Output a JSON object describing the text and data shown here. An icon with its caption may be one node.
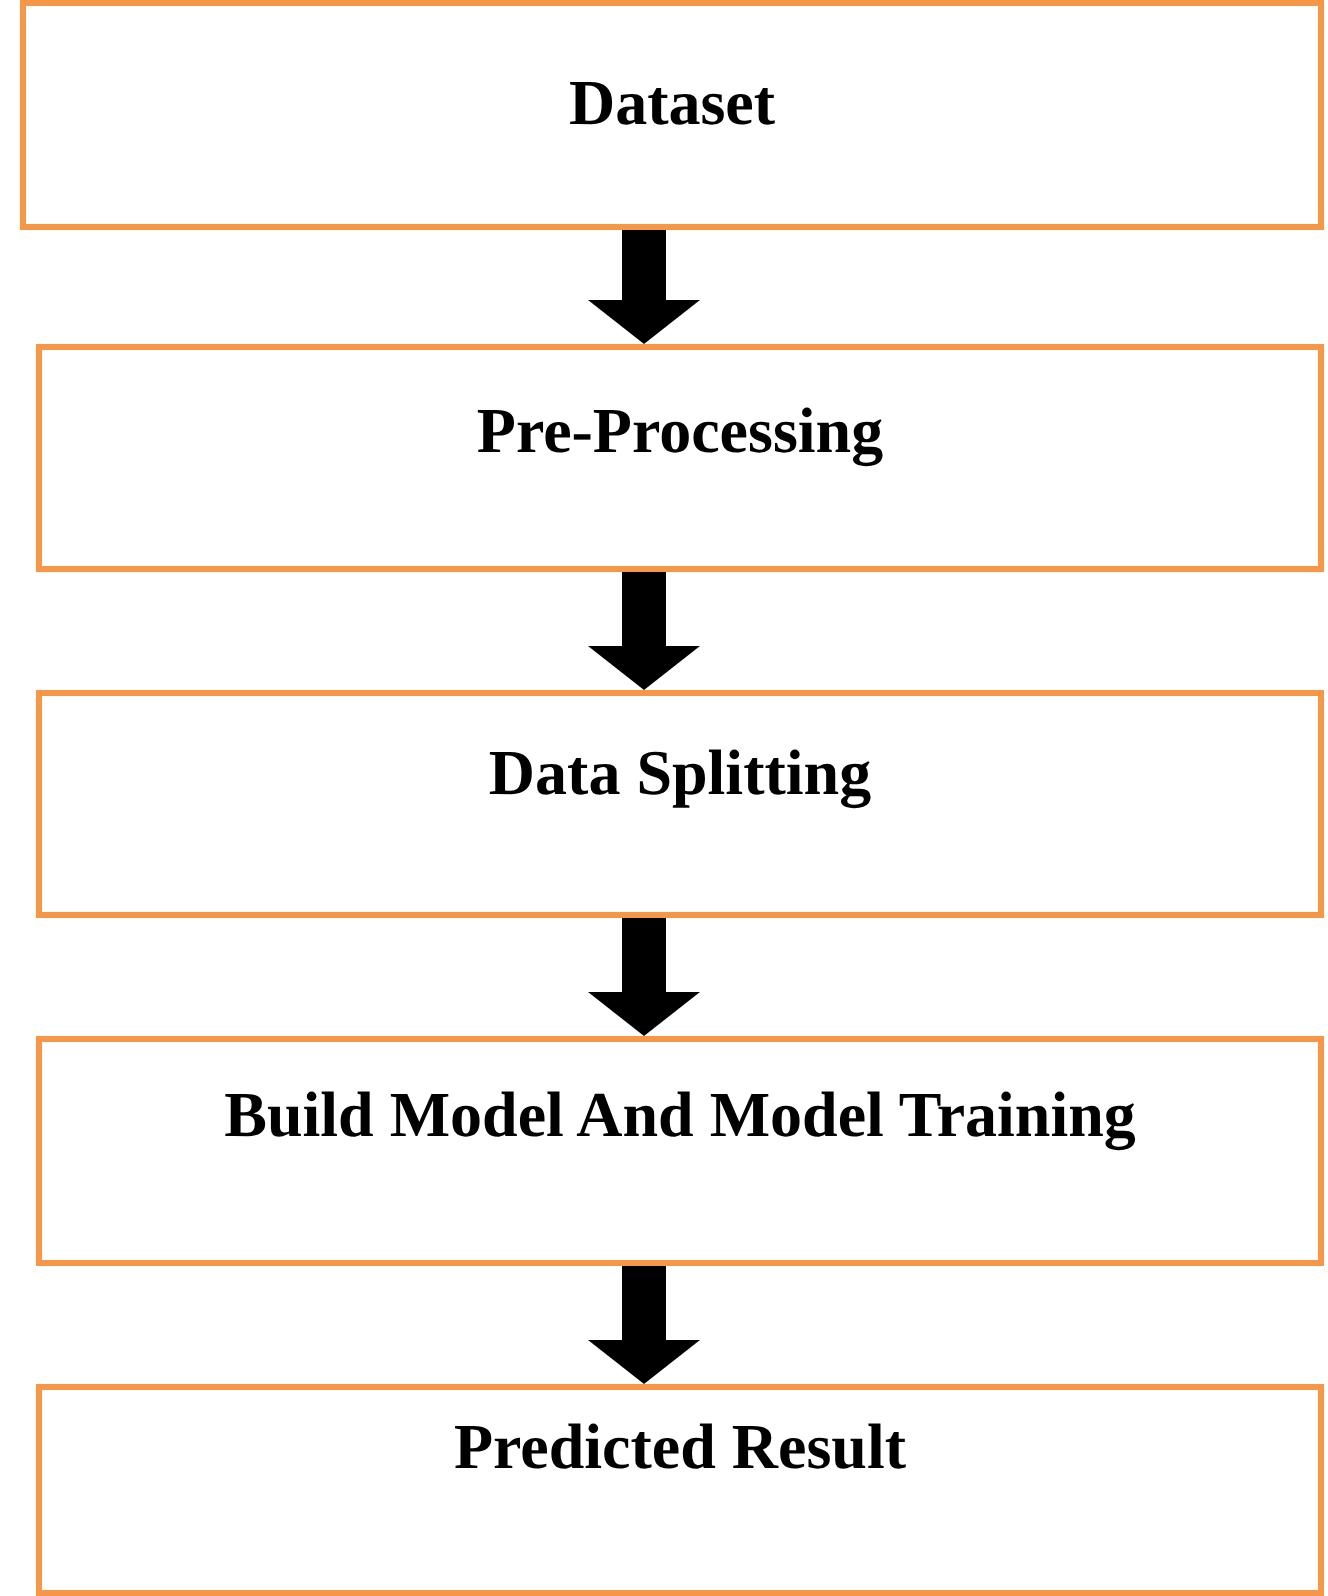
{
  "diagram": {
    "nodes": [
      {
        "text": [
          "Dataset"
        ]
      },
      {
        "text": [
          "Pre-Processing"
        ]
      },
      {
        "text": [
          "Data Splitting"
        ]
      },
      {
        "text": [
          "Build Model And Model Training"
        ]
      },
      {
        "text": [
          "Predicted Result"
        ]
      }
    ],
    "edges": [
      {
        "from": 0,
        "to": 1,
        "arrow": "to"
      },
      {
        "from": 1,
        "to": 2,
        "arrow": "to"
      },
      {
        "from": 2,
        "to": 3,
        "arrow": "to"
      },
      {
        "from": 3,
        "to": 4,
        "arrow": "to"
      }
    ]
  }
}
